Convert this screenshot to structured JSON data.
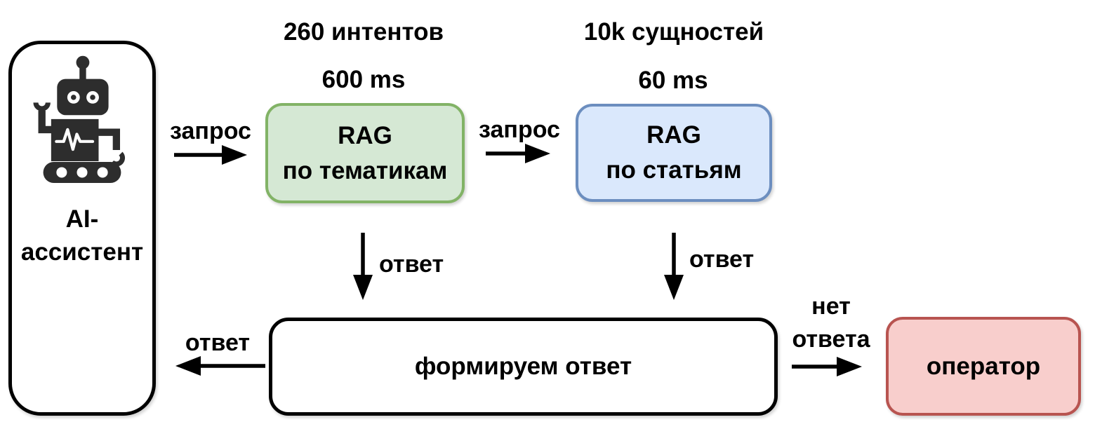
{
  "diagram": {
    "background_color": "#ffffff",
    "text_color": "#000000",
    "nodes": {
      "assistant": {
        "line1": "AI-",
        "line2": "ассистент",
        "icon": "robot-icon",
        "fill": "#ffffff",
        "stroke": "#000000"
      },
      "rag_topics": {
        "line1": "RAG",
        "line2": "по тематикам",
        "fill": "#d5e8d4",
        "stroke": "#82b366",
        "annotations": {
          "count": "260 интентов",
          "latency": "600 ms"
        }
      },
      "rag_articles": {
        "line1": "RAG",
        "line2": "по статьям",
        "fill": "#dae8fc",
        "stroke": "#6c8ebf",
        "annotations": {
          "count": "10k сущностей",
          "latency": "60 ms"
        }
      },
      "compose": {
        "label": "формируем ответ",
        "fill": "#ffffff",
        "stroke": "#000000"
      },
      "operator": {
        "label": "оператор",
        "fill": "#f8cecc",
        "stroke": "#b85450"
      }
    },
    "edges": {
      "assistant_to_topics": {
        "label": "запрос"
      },
      "topics_to_articles": {
        "label": "запрос"
      },
      "topics_to_compose": {
        "label": "ответ"
      },
      "articles_to_compose": {
        "label": "ответ"
      },
      "compose_to_assistant": {
        "label": "ответ"
      },
      "compose_to_operator": {
        "line1": "нет",
        "line2": "ответа"
      }
    }
  }
}
